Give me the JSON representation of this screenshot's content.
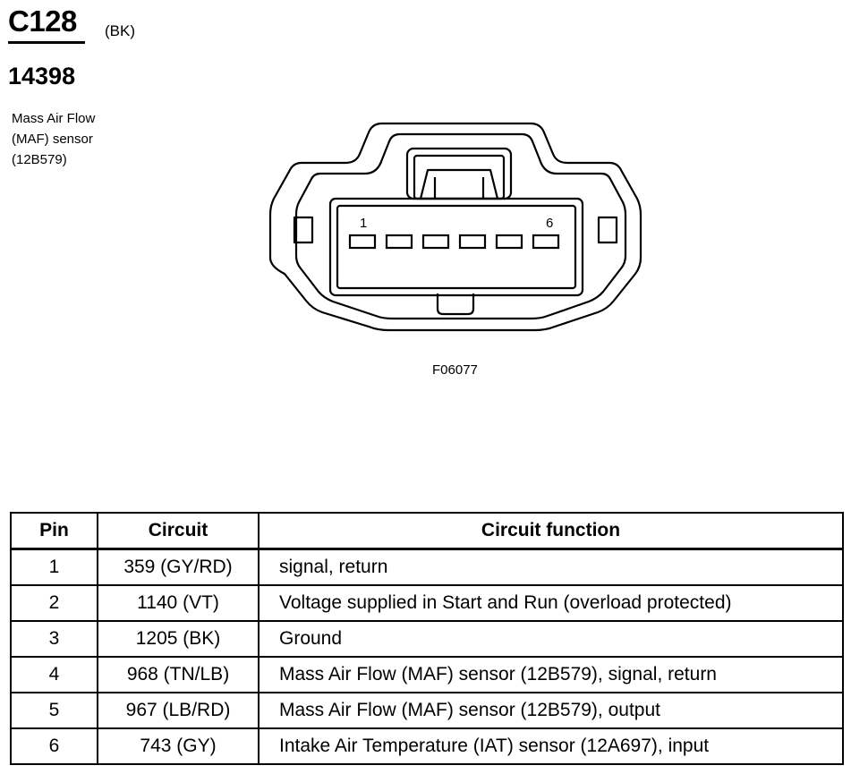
{
  "connector": {
    "id": "C128",
    "color": "(BK)",
    "part_number": "14398",
    "component_lines": [
      "Mass Air Flow",
      "(MAF) sensor",
      "(12B579)"
    ],
    "first_pin_label": "1",
    "last_pin_label": "6",
    "figure_id": "F06077"
  },
  "table": {
    "headers": [
      "Pin",
      "Circuit",
      "Circuit function"
    ],
    "rows": [
      {
        "pin": "1",
        "circuit": "359 (GY/RD)",
        "function": "signal, return"
      },
      {
        "pin": "2",
        "circuit": "1140 (VT)",
        "function": "Voltage supplied in Start and Run (overload protected)"
      },
      {
        "pin": "3",
        "circuit": "1205 (BK)",
        "function": "Ground"
      },
      {
        "pin": "4",
        "circuit": "968 (TN/LB)",
        "function": "Mass Air Flow (MAF) sensor (12B579), signal, return"
      },
      {
        "pin": "5",
        "circuit": "967 (LB/RD)",
        "function": "Mass Air Flow (MAF) sensor (12B579), output"
      },
      {
        "pin": "6",
        "circuit": "743 (GY)",
        "function": "Intake Air Temperature (IAT) sensor (12A697), input"
      }
    ]
  }
}
